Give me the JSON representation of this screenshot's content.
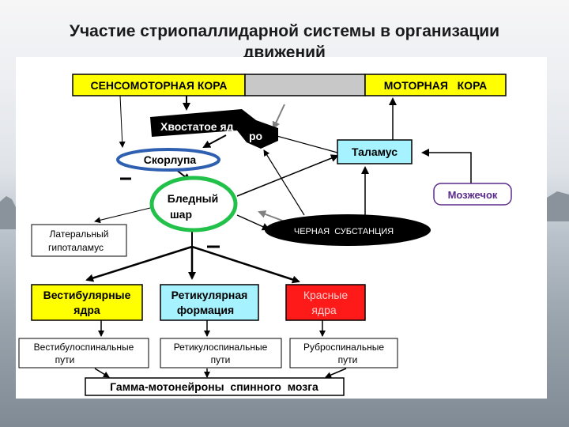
{
  "title": "Участие стриопаллидарной системы в организации движений",
  "title_line1": "Участие стриопаллидарной системы в организации",
  "title_line2": "движений",
  "colors": {
    "yellow": "#ffff00",
    "gray": "#c8c8c8",
    "cyan": "#a6f2ff",
    "red": "#ff1a1a",
    "blue_ring": "#2e5fb0",
    "green_ring": "#22c24a",
    "purple": "#5a2b8c"
  },
  "nodes": {
    "sensorimotor_cortex": "СЕНСОМОТОРНАЯ КОРА",
    "motor_cortex": "МОТОРНАЯ   КОРА",
    "caudate_main": "Хвостатое яд",
    "caudate_tail": "ро",
    "thalamus": "Таламус",
    "putamen": "Скорлупа",
    "cerebellum": "Мозжечок",
    "globus_line1": "Бледный",
    "globus_line2": "шар",
    "substantia_nigra": "ЧЕРНАЯ  СУБСТАНЦИЯ",
    "hypothalamus_line1": "Латеральный",
    "hypothalamus_line2": "гипоталамус",
    "vestibular_line1": "Вестибулярные",
    "vestibular_line2": "ядра",
    "reticular_line1": "Ретикулярная",
    "reticular_line2": "формация",
    "red_line1": "Красные",
    "red_line2": "ядра",
    "vestibulospinal_line1": "Вестибулоспинальные",
    "vestibulospinal_line2": "пути",
    "reticulospinal_line1": "Ретикулоспинальные",
    "reticulospinal_line2": "пути",
    "rubrospinal_line1": "Руброспинальные",
    "rubrospinal_line2": "пути",
    "gamma": "Гамма-мотонейроны  спинного  мозга"
  }
}
